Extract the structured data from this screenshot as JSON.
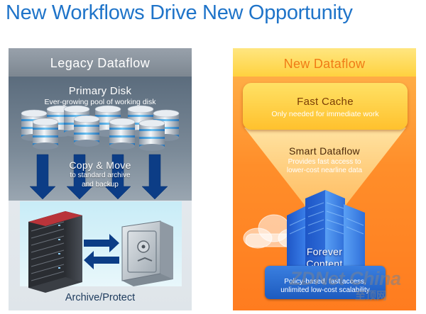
{
  "title": "New Workflows Drive New Opportunity",
  "legacy": {
    "header": "Legacy Dataflow",
    "primary_disk": {
      "title": "Primary Disk",
      "subtitle": "Ever-growing pool of working disk"
    },
    "copy_move": {
      "title": "Copy & Move",
      "line1": "to standard archive",
      "line2": "and backup"
    },
    "archive_label": "Archive/Protect"
  },
  "new": {
    "header": "New Dataflow",
    "fast_cache": {
      "title": "Fast Cache",
      "subtitle": "Only needed for immediate work"
    },
    "smart_dataflow": {
      "title": "Smart Dataflow",
      "line1": "Provides fast access to",
      "line2": "lower-cost nearline data"
    },
    "forever_content": {
      "line1": "Forever",
      "line2": "Content"
    },
    "policy": {
      "line1": "Policy-based, fast access,",
      "line2": "unlimited low-cost scalability"
    }
  },
  "watermark": {
    "brand": "ZDNet China",
    "sub": "至顶网"
  },
  "colors": {
    "title_blue": "#1f74c9",
    "arrow_blue": "#0c3d86",
    "orange_header_text": "#f07b16",
    "building_blue": "#2a6ad8"
  },
  "icons": [
    "disk-stack-icon",
    "down-arrow-icon",
    "server-rack-icon",
    "safe-icon",
    "bidirectional-arrow-icon",
    "cloud-icon",
    "building-icon",
    "light-beam-icon"
  ]
}
